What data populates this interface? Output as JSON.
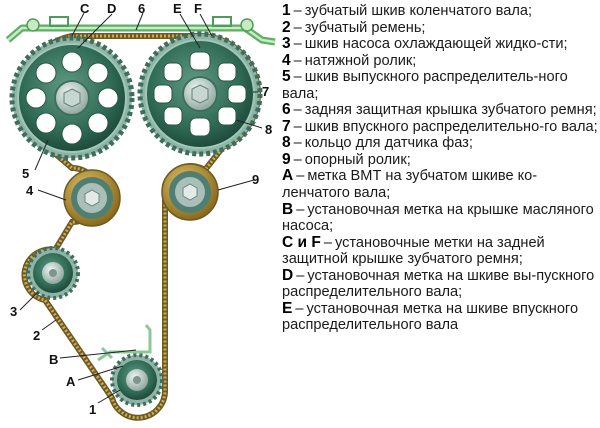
{
  "diagram": {
    "title": "Timing belt drive layout",
    "callouts": {
      "1": "1",
      "2": "2",
      "3": "3",
      "4": "4",
      "5": "5",
      "6": "6",
      "7": "7",
      "8": "8",
      "9": "9",
      "A": "A",
      "B": "B",
      "C": "C",
      "D": "D",
      "E": "E",
      "F": "F"
    },
    "colors": {
      "belt": "#a88a3c",
      "belt_dark": "#6e5a22",
      "gear": "#2f6a55",
      "gear_light": "#7fb0a0",
      "cover": "#5fae6a",
      "cover_light": "#b9e0b4",
      "roller_rim": "#b08a2a",
      "hub": "#c7d3d0"
    }
  },
  "legend": {
    "items": [
      {
        "key": "1",
        "text": "зубчатый шкив коленчатого вала;"
      },
      {
        "key": "2",
        "text": "зубчатый ремень;"
      },
      {
        "key": "3",
        "text": "шкив насоса охлаждающей жидко-сти;"
      },
      {
        "key": "4",
        "text": "натяжной ролик;"
      },
      {
        "key": "5",
        "text": "шкив выпускного распределитель-ного вала;"
      },
      {
        "key": "6",
        "text": "задняя защитная крышка зубчатого ремня;"
      },
      {
        "key": "7",
        "text": "шкив впускного распределительно-го вала;"
      },
      {
        "key": "8",
        "text": "кольцо для датчика фаз;"
      },
      {
        "key": "9",
        "text": "опорный ролик;"
      },
      {
        "key": "A",
        "text": "метка ВМТ на зубчатом шкиве ко-ленчатого вала;"
      },
      {
        "key": "B",
        "text": "установочная метка на крышке масляного насоса;"
      },
      {
        "key": "C и F",
        "text": "установочные метки на задней защитной крышке зубчатого ремня;"
      },
      {
        "key": "D",
        "text": "установочная метка на шкиве вы-пускного распределительного вала;"
      },
      {
        "key": "E",
        "text": "установочная метка на шкиве впускного распределительного вала"
      }
    ]
  }
}
